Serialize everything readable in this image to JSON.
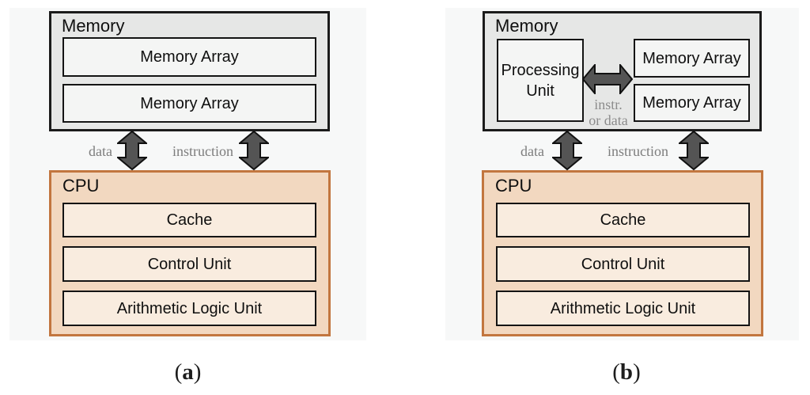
{
  "panels": [
    {
      "caption": {
        "open": "(",
        "letter": "a",
        "close": ")"
      },
      "memory": {
        "title": "Memory",
        "arrays": [
          "Memory Array",
          "Memory Array"
        ]
      },
      "buses": {
        "data": "data",
        "instruction": "instruction"
      },
      "cpu": {
        "title": "CPU",
        "units": [
          "Cache",
          "Control Unit",
          "Arithmetic Logic Unit"
        ]
      }
    },
    {
      "caption": {
        "open": "(",
        "letter": "b",
        "close": ")"
      },
      "memory": {
        "title": "Memory",
        "processing_unit": "Processing Unit",
        "internal_bus": {
          "line1": "instr.",
          "line2": "or data"
        },
        "arrays": [
          "Memory Array",
          "Memory Array"
        ]
      },
      "buses": {
        "data": "data",
        "instruction": "instruction"
      },
      "cpu": {
        "title": "CPU",
        "units": [
          "Cache",
          "Control Unit",
          "Arithmetic Logic Unit"
        ]
      }
    }
  ],
  "colors": {
    "panel_background": "#f7f8f8",
    "memory_fill": "#e6e7e6",
    "memory_border": "#1b1b1b",
    "memory_array_fill": "#f4f5f4",
    "cpu_fill": "#f2d8c0",
    "cpu_border": "#c2763f",
    "cpu_unit_fill": "#f9ecdf",
    "arrow_fill": "#545454",
    "arrow_outline": "#111111",
    "bus_label_text": "#7d7d7d"
  }
}
